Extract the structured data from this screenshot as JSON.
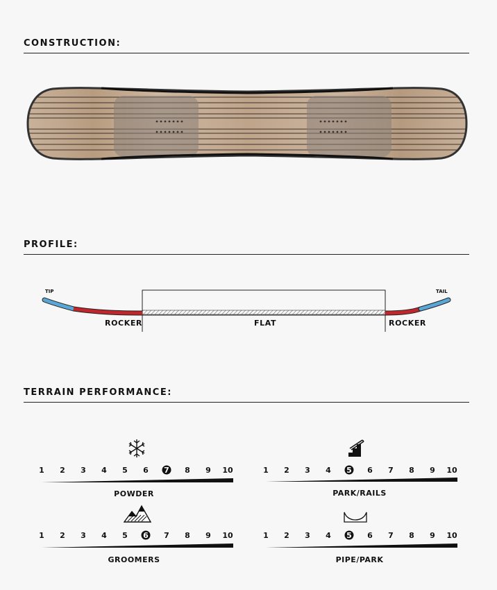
{
  "sections": {
    "construction": "CONSTRUCTION:",
    "profile": "PROFILE:",
    "terrain": "TERRAIN PERFORMANCE:"
  },
  "profile": {
    "tip": "TIP",
    "tail": "TAIL",
    "rocker_left": "ROCKER",
    "flat": "FLAT",
    "rocker_right": "ROCKER",
    "colors": {
      "rocker": "#c0272d",
      "tip": "#5aa7d6"
    }
  },
  "terrain": {
    "scale": [
      "1",
      "2",
      "3",
      "4",
      "5",
      "6",
      "7",
      "8",
      "9",
      "10"
    ],
    "items": [
      {
        "label": "POWDER",
        "rating": 7,
        "icon": "snowflake-icon"
      },
      {
        "label": "PARK/RAILS",
        "rating": 5,
        "icon": "stair-rail-icon"
      },
      {
        "label": "GROOMERS",
        "rating": 6,
        "icon": "mountains-icon"
      },
      {
        "label": "PIPE/PARK",
        "rating": 5,
        "icon": "halfpipe-icon"
      }
    ]
  }
}
